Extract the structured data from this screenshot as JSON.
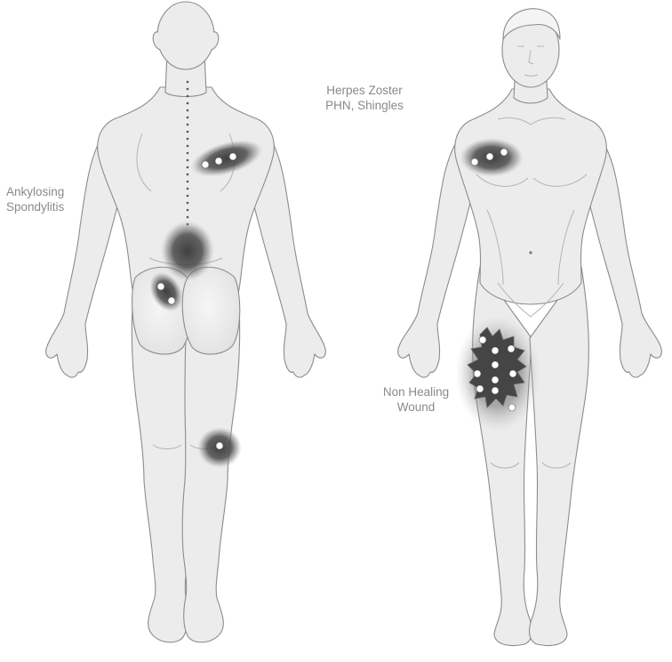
{
  "annotations": {
    "ankylosing": [
      "Ankylosing",
      "Spondylitis"
    ],
    "herpes": [
      "Herpes Zoster",
      "PHN, Shingles"
    ],
    "wound": [
      "Non Healing",
      "Wound"
    ]
  },
  "colors": {
    "skin": "#ececec",
    "outline": "#8c8c8c",
    "detail": "#b4b4b4",
    "treatment": "#3c3c3c",
    "dot": "#ffffff",
    "label": "#8a8a8a"
  }
}
